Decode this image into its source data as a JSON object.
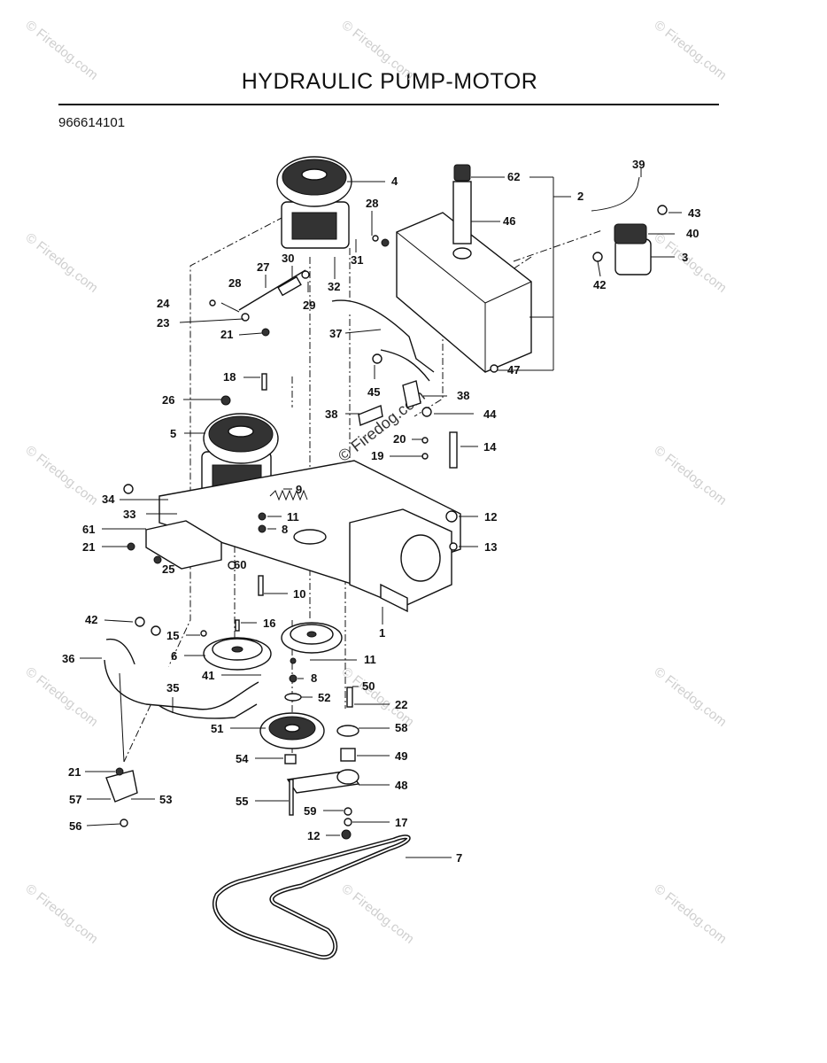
{
  "title": "HYDRAULIC PUMP-MOTOR",
  "part_number": "966614101",
  "watermark": "© Firedog.com",
  "center_watermark": "© Firedog.com",
  "callouts": {
    "c1": "1",
    "c2": "2",
    "c3": "3",
    "c4": "4",
    "c5": "5",
    "c6": "6",
    "c7": "7",
    "c8a": "8",
    "c8b": "8",
    "c9": "9",
    "c10": "10",
    "c11a": "11",
    "c11b": "11",
    "c12a": "12",
    "c12b": "12",
    "c13": "13",
    "c14": "14",
    "c15": "15",
    "c16": "16",
    "c17": "17",
    "c18": "18",
    "c19": "19",
    "c20": "20",
    "c21a": "21",
    "c21b": "21",
    "c21c": "21",
    "c22": "22",
    "c23": "23",
    "c24": "24",
    "c25": "25",
    "c26": "26",
    "c27": "27",
    "c28a": "28",
    "c28b": "28",
    "c29": "29",
    "c30": "30",
    "c31": "31",
    "c32": "32",
    "c33": "33",
    "c34": "34",
    "c35": "35",
    "c36": "36",
    "c37": "37",
    "c38a": "38",
    "c38b": "38",
    "c39": "39",
    "c40": "40",
    "c41": "41",
    "c42a": "42",
    "c42b": "42",
    "c43": "43",
    "c44": "44",
    "c45": "45",
    "c46": "46",
    "c47": "47",
    "c48": "48",
    "c49": "49",
    "c50": "50",
    "c51": "51",
    "c52": "52",
    "c53": "53",
    "c54": "54",
    "c55": "55",
    "c56": "56",
    "c57": "57",
    "c58": "58",
    "c59": "59",
    "c60": "60",
    "c61": "61",
    "c62": "62"
  }
}
